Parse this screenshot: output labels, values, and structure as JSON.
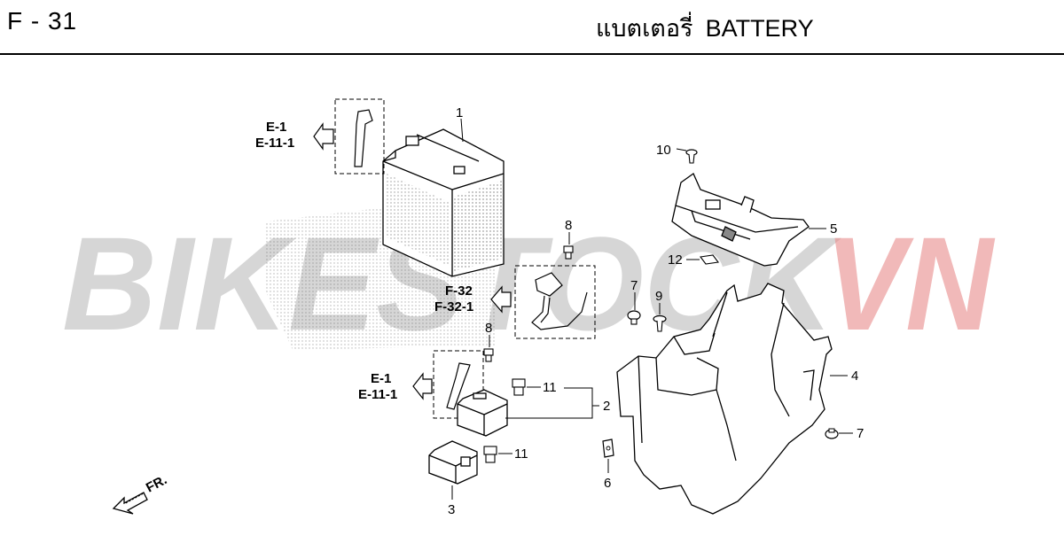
{
  "header": {
    "page_code": "F - 31",
    "title_thai": "แบตเตอรี่",
    "title_en": "BATTERY"
  },
  "watermark": {
    "text_main": "BIKESTOCK",
    "text_accent": "VN",
    "colors": {
      "main": "#b4b4b4",
      "accent": "#e88a8a"
    }
  },
  "references": {
    "ref_top": {
      "line1": "E-1",
      "line2": "E-11-1"
    },
    "ref_mid": {
      "line1": "F-32",
      "line2": "F-32-1"
    },
    "ref_low": {
      "line1": "E-1",
      "line2": "E-11-1"
    }
  },
  "parts": {
    "p1": "1",
    "p2": "2",
    "p3": "3",
    "p4": "4",
    "p5": "5",
    "p6": "6",
    "p7a": "7",
    "p7b": "7",
    "p8a": "8",
    "p8b": "8",
    "p9": "9",
    "p10": "10",
    "p11a": "11",
    "p11b": "11",
    "p12": "12"
  },
  "front_marker": "FR."
}
